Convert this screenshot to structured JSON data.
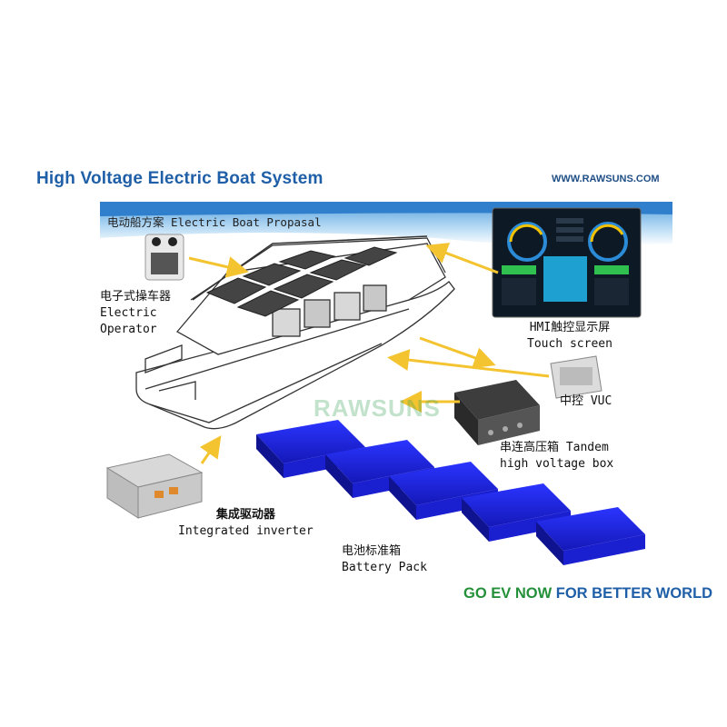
{
  "header": {
    "title": "High Voltage Electric Boat System",
    "website": "WWW.RAWSUNS.COM"
  },
  "banner": {
    "subtitle": "电动船方案 Electric Boat Propasal"
  },
  "watermark": "RAWSUNS",
  "components": {
    "operator": {
      "cn": "电子式操车器",
      "en1": "Electric",
      "en2": "Operator"
    },
    "hmi": {
      "cn": "HMI触控显示屏",
      "en": "Touch screen"
    },
    "vuc": {
      "label": "中控 VUC"
    },
    "hv_box": {
      "line1": "串连高压箱 Tandem",
      "line2": "high voltage box"
    },
    "inverter": {
      "cn": "集成驱动器",
      "en": "Integrated inverter"
    },
    "battery": {
      "cn": "电池标准箱",
      "en": "Battery Pack"
    }
  },
  "tagline": {
    "green": "GO EV NOW ",
    "blue": "FOR BETTER WORLD"
  },
  "colors": {
    "title_blue": "#1f5fa8",
    "tagline_green": "#24903a",
    "battery_blue": "#1a1fd0",
    "arrow_yellow": "#f4c430",
    "banner_blue": "#3a8fd6"
  }
}
